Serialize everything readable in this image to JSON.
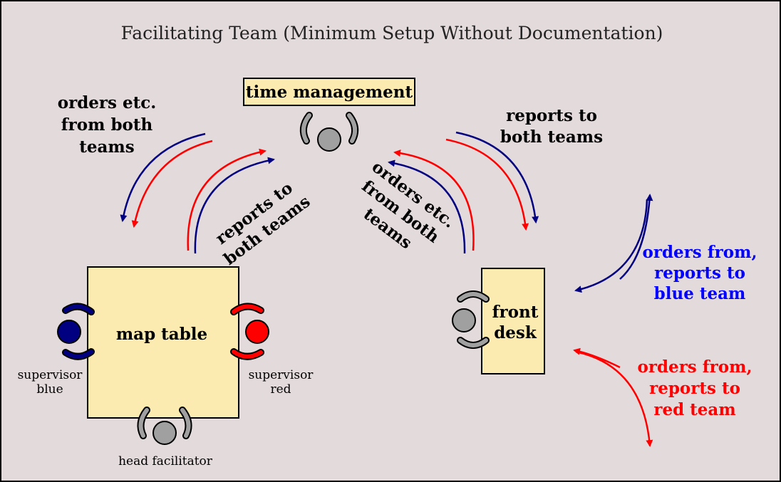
{
  "title": "Facilitating Team (Minimum Setup Without Documentation)",
  "colors": {
    "background": "#e3dadc",
    "box_fill": "#fcebb0",
    "blue": "#000080",
    "red": "#ff0000",
    "label_blue": "#0000ff",
    "label_red": "#ff0000",
    "person_gray": "#a0a0a0"
  },
  "boxes": {
    "time_management": "time management",
    "map_table": "map table",
    "front_desk_line1": "front",
    "front_desk_line2": "desk"
  },
  "people": {
    "supervisor_blue_line1": "supervisor",
    "supervisor_blue_line2": "blue",
    "supervisor_red_line1": "supervisor",
    "supervisor_red_line2": "red",
    "head_facilitator": "head facilitator"
  },
  "flow_labels": {
    "left_orders": [
      "orders etc.",
      "from both",
      "teams"
    ],
    "left_reports": [
      "reports to",
      "both teams"
    ],
    "center_orders": [
      "orders etc.",
      "from both",
      "teams"
    ],
    "right_reports": [
      "reports to",
      "both teams"
    ],
    "blue_team": [
      "orders from,",
      "reports to",
      "blue team"
    ],
    "red_team": [
      "orders from,",
      "reports to",
      "red team"
    ]
  }
}
